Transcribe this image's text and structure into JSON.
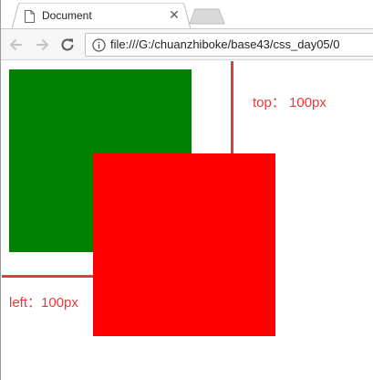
{
  "colors": {
    "green_box": "#008000",
    "red_box": "#ff0000",
    "annotation": "#e03c3c"
  },
  "tab": {
    "title": "Document",
    "icon": "page-icon",
    "close_icon": "close-icon"
  },
  "toolbar": {
    "back_icon": "arrow-left-icon",
    "forward_icon": "arrow-right-icon",
    "reload_icon": "reload-icon",
    "info_icon": "info-icon",
    "url": "file:///G:/chuanzhiboke/base43/css_day05/0"
  },
  "annotations": {
    "top_label": "top： 100px",
    "left_label": "left：100px"
  }
}
